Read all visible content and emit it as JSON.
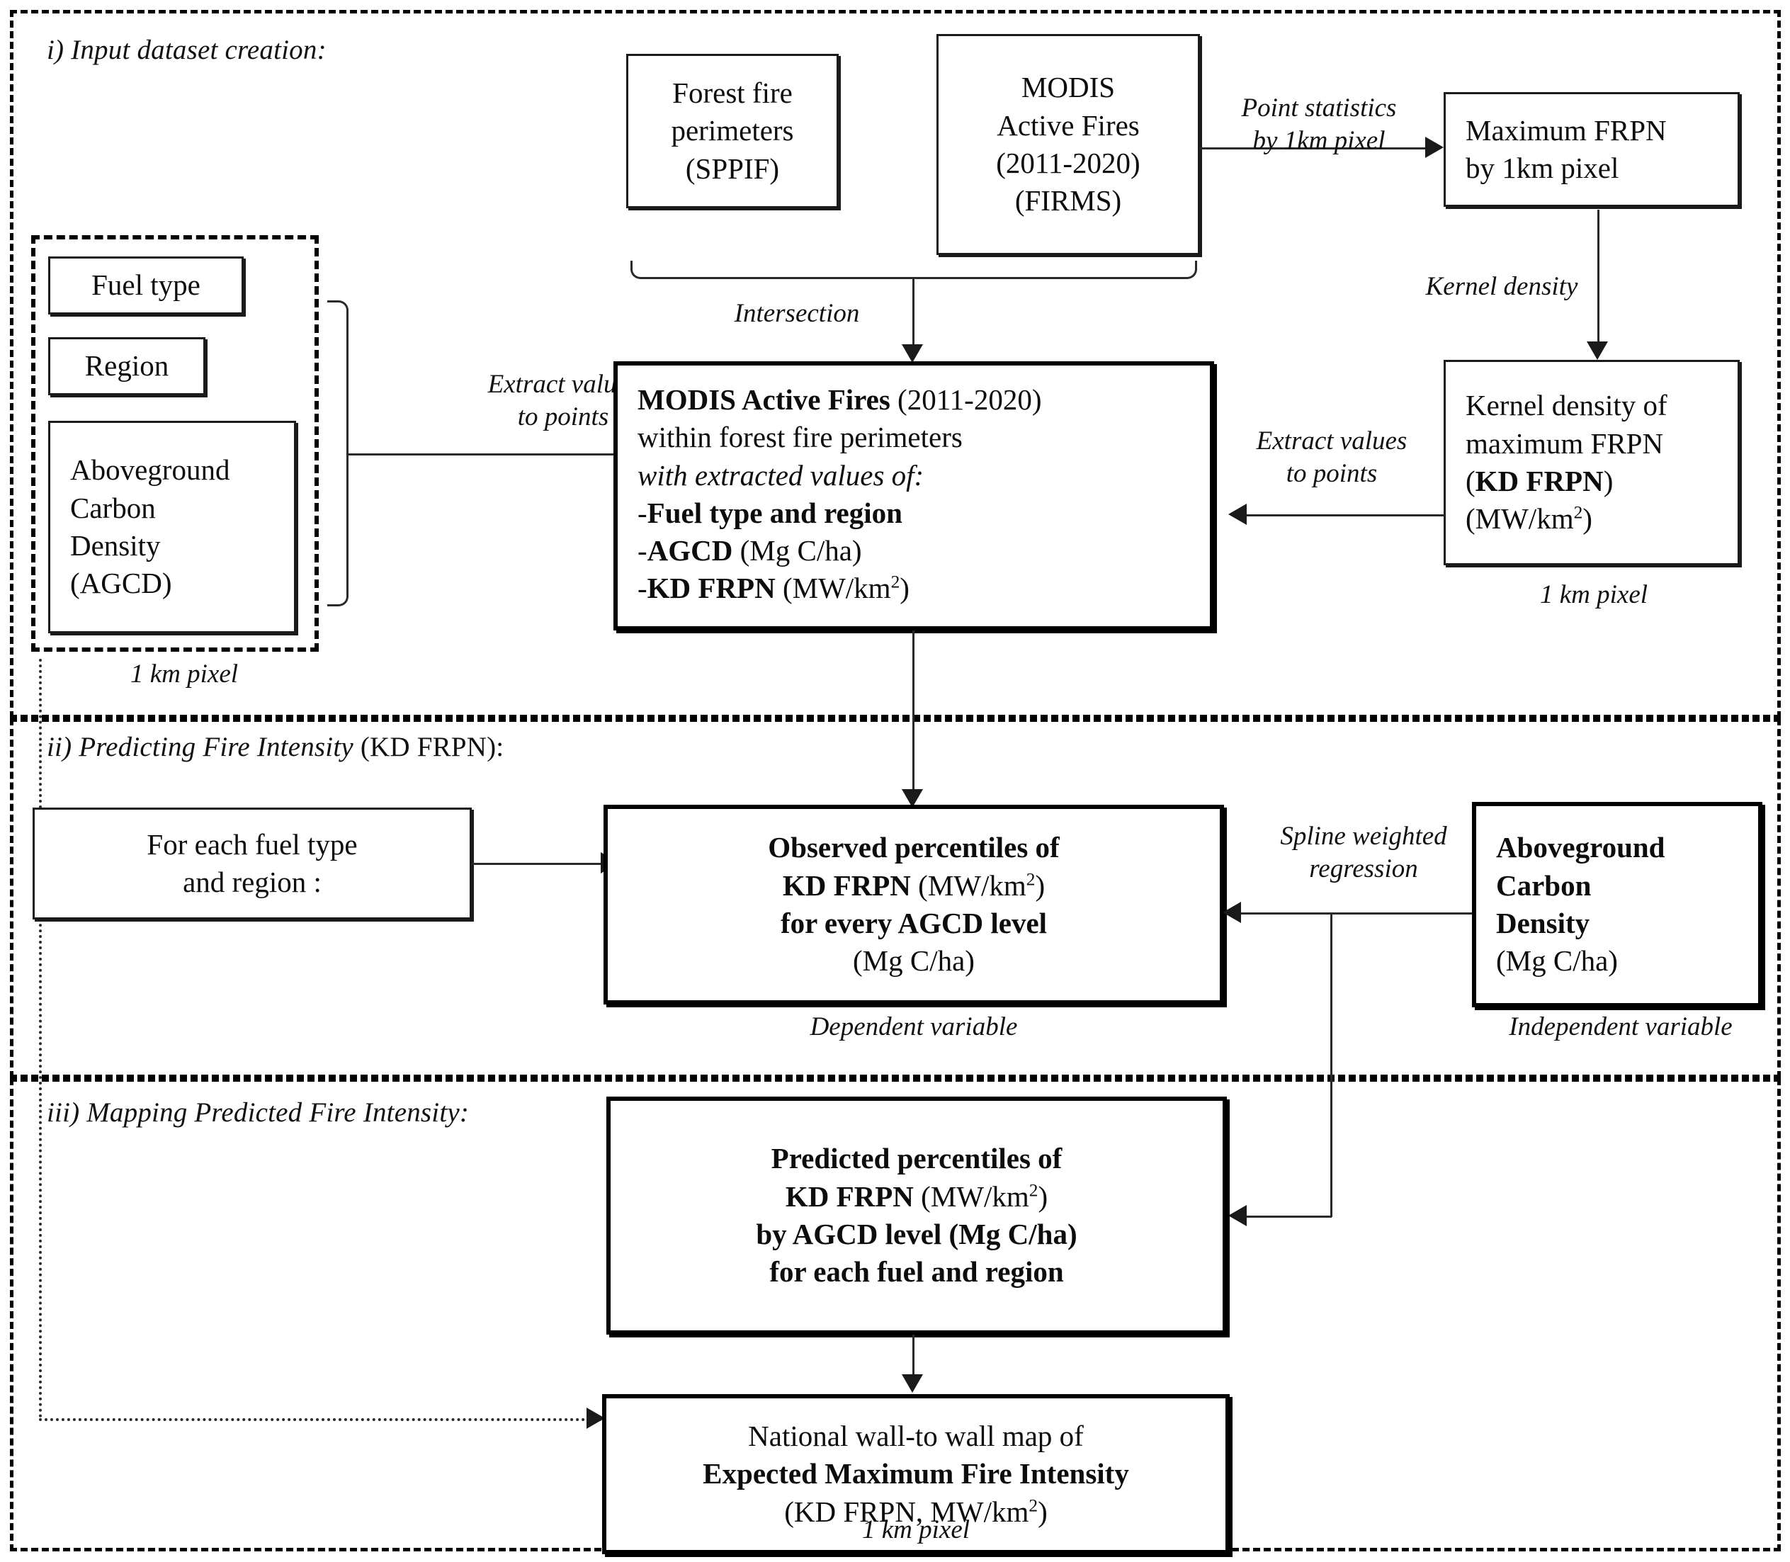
{
  "sections": {
    "i": {
      "prefix": "i) Input dataset creation:"
    },
    "ii": {
      "prefix": "ii) Predicting Fire Intensity",
      "suffix": " (KD FRPN):"
    },
    "iii": {
      "prefix": "iii) Mapping Predicted Fire Intensity:"
    }
  },
  "boxes": {
    "forest_perimeters": {
      "l1": "Forest fire",
      "l2": "perimeters",
      "l3": "(SPPIF)"
    },
    "modis_active_fires": {
      "l1": "MODIS",
      "l2": "Active Fires",
      "l3": "(2011-2020)",
      "l4": "(FIRMS)"
    },
    "max_frpn": {
      "l1": "Maximum FRPN",
      "l2": "by 1km pixel"
    },
    "kernel_density_frpn": {
      "l1": "Kernel density of",
      "l2": "maximum FRPN",
      "l3": "(KD FRPN)",
      "l4_pre": "(MW/km",
      "l4_sup": "2",
      "l4_post": ")"
    },
    "fuel_type": {
      "label": "Fuel type"
    },
    "region": {
      "label": "Region"
    },
    "agcd": {
      "l1": "Aboveground",
      "l2": "Carbon",
      "l3": "Density",
      "l4": "(AGCD)"
    },
    "modis_within_perimeters": {
      "title_bold": "MODIS Active Fires",
      "title_rest": " (2011-2020)",
      "l2": "within forest fire perimeters",
      "l3": "with extracted values of:",
      "bullet1": "Fuel type and region",
      "bullet2_bold": "AGCD",
      "bullet2_rest": " (Mg C/ha)",
      "bullet3_bold": "KD FRPN",
      "bullet3_pre": "  (MW/km",
      "bullet3_sup": "2",
      "bullet3_post": ")"
    },
    "for_each_fuel": {
      "l1": "For each fuel type",
      "l2": "and region :"
    },
    "observed_percentiles": {
      "l1": "Observed percentiles of",
      "l2_bold": "KD FRPN",
      "l2_pre": " (MW/km",
      "l2_sup": "2",
      "l2_post": ")",
      "l3": "for every AGCD level",
      "l4": "(Mg C/ha)"
    },
    "agcd_independent": {
      "l1": "Aboveground",
      "l2": "Carbon",
      "l3": "Density",
      "l4": "(Mg C/ha)"
    },
    "predicted_percentiles": {
      "l1": "Predicted percentiles of",
      "l2_bold": "KD FRPN",
      "l2_pre": " (MW/km",
      "l2_sup": "2",
      "l2_post": ")",
      "l3": "by AGCD level (Mg C/ha)",
      "l4": "for each fuel and region"
    },
    "national_map": {
      "l1": "National wall-to wall map of",
      "l2": "Expected Maximum Fire Intensity",
      "l3_pre": "(KD FRPN, MW/km",
      "l3_sup": "2",
      "l3_post": ")"
    }
  },
  "edge_labels": {
    "point_statistics": {
      "l1": "Point statistics",
      "l2": "by 1km pixel"
    },
    "kernel_density": {
      "l1": "Kernel density"
    },
    "intersection": {
      "l1": "Intersection"
    },
    "extract_values_left": {
      "l1": "Extract values",
      "l2": "to points"
    },
    "extract_values_right": {
      "l1": "Extract values",
      "l2": "to points"
    },
    "spline_regression": {
      "l1": "Spline weighted",
      "l2": "regression"
    }
  },
  "captions": {
    "inputs_pixel": "1 km pixel",
    "kd_pixel": "1 km pixel",
    "dependent_variable": "Dependent variable",
    "independent_variable": "Independent variable",
    "map_pixel": "1 km pixel"
  },
  "colors": {
    "ink": "#0d0d0d",
    "line": "#2a2a2a",
    "background": "#ffffff"
  }
}
